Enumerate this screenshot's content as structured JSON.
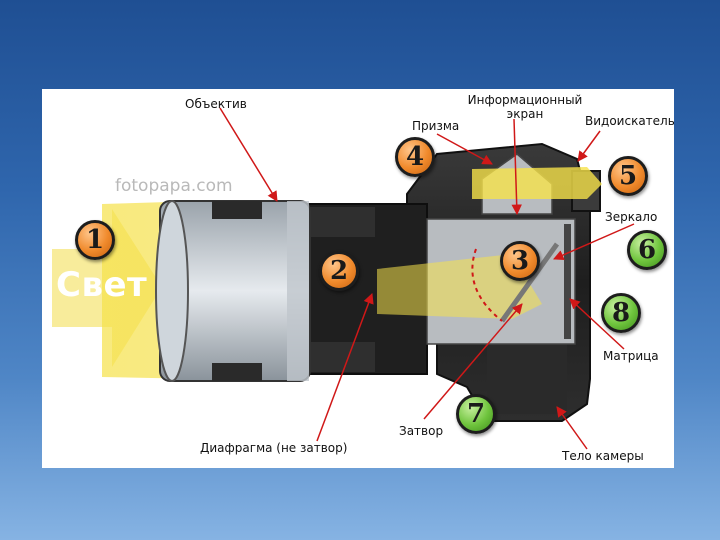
{
  "labels": {
    "lens": "Объектив",
    "info_screen": "Информационный экран",
    "prism": "Призма",
    "viewfinder": "Видоискатель",
    "mirror": "Зеркало",
    "sensor": "Матрица",
    "shutter": "Затвор",
    "aperture": "Диафрагма (не затвор)",
    "body": "Тело камеры"
  },
  "light_text": "Свет",
  "watermark": "fotopapa.com",
  "badges": [
    {
      "number": "1",
      "color": "orange"
    },
    {
      "number": "2",
      "color": "orange"
    },
    {
      "number": "3",
      "color": "orange"
    },
    {
      "number": "4",
      "color": "orange"
    },
    {
      "number": "5",
      "color": "orange"
    },
    {
      "number": "6",
      "color": "green"
    },
    {
      "number": "7",
      "color": "green"
    },
    {
      "number": "8",
      "color": "green"
    }
  ],
  "colors": {
    "orange_badge": "#f08a2c",
    "green_badge": "#6fc43d",
    "light_beam": "#f6e24a",
    "arrow": "#d01818",
    "background_top": "#1f4f93",
    "background_bottom": "#86b3e3"
  }
}
